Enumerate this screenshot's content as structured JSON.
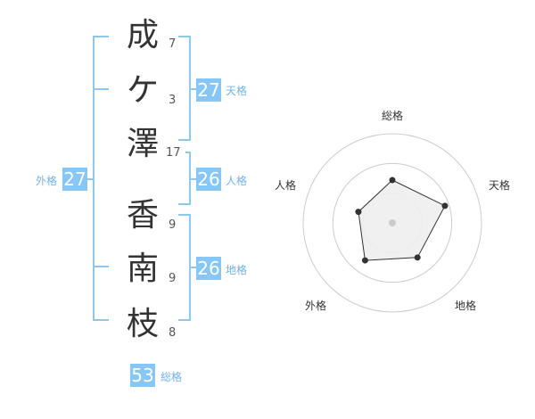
{
  "name_chars": [
    {
      "char": "成",
      "strokes": "7"
    },
    {
      "char": "ケ",
      "strokes": "3"
    },
    {
      "char": "澤",
      "strokes": "17"
    },
    {
      "char": "香",
      "strokes": "9"
    },
    {
      "char": "南",
      "strokes": "9"
    },
    {
      "char": "枝",
      "strokes": "8"
    }
  ],
  "fortunes": {
    "tenkaku": {
      "value": "27",
      "label": "天格"
    },
    "jinkaku": {
      "value": "26",
      "label": "人格"
    },
    "chikaku": {
      "value": "26",
      "label": "地格"
    },
    "gaikaku": {
      "value": "27",
      "label": "外格"
    },
    "soukaku": {
      "value": "53",
      "label": "総格"
    }
  },
  "radar": {
    "labels": {
      "top": "総格",
      "right": "天格",
      "bottom_right": "地格",
      "bottom_left": "外格",
      "left": "人格"
    },
    "values": {
      "soukaku": 0.48,
      "tenkaku": 0.62,
      "chikaku": 0.48,
      "gaikaku": 0.52,
      "jinkaku": 0.4
    },
    "colors": {
      "ring": "#cccccc",
      "fill": "#eeeeee",
      "line": "#333333",
      "center": "#cccccc"
    }
  }
}
